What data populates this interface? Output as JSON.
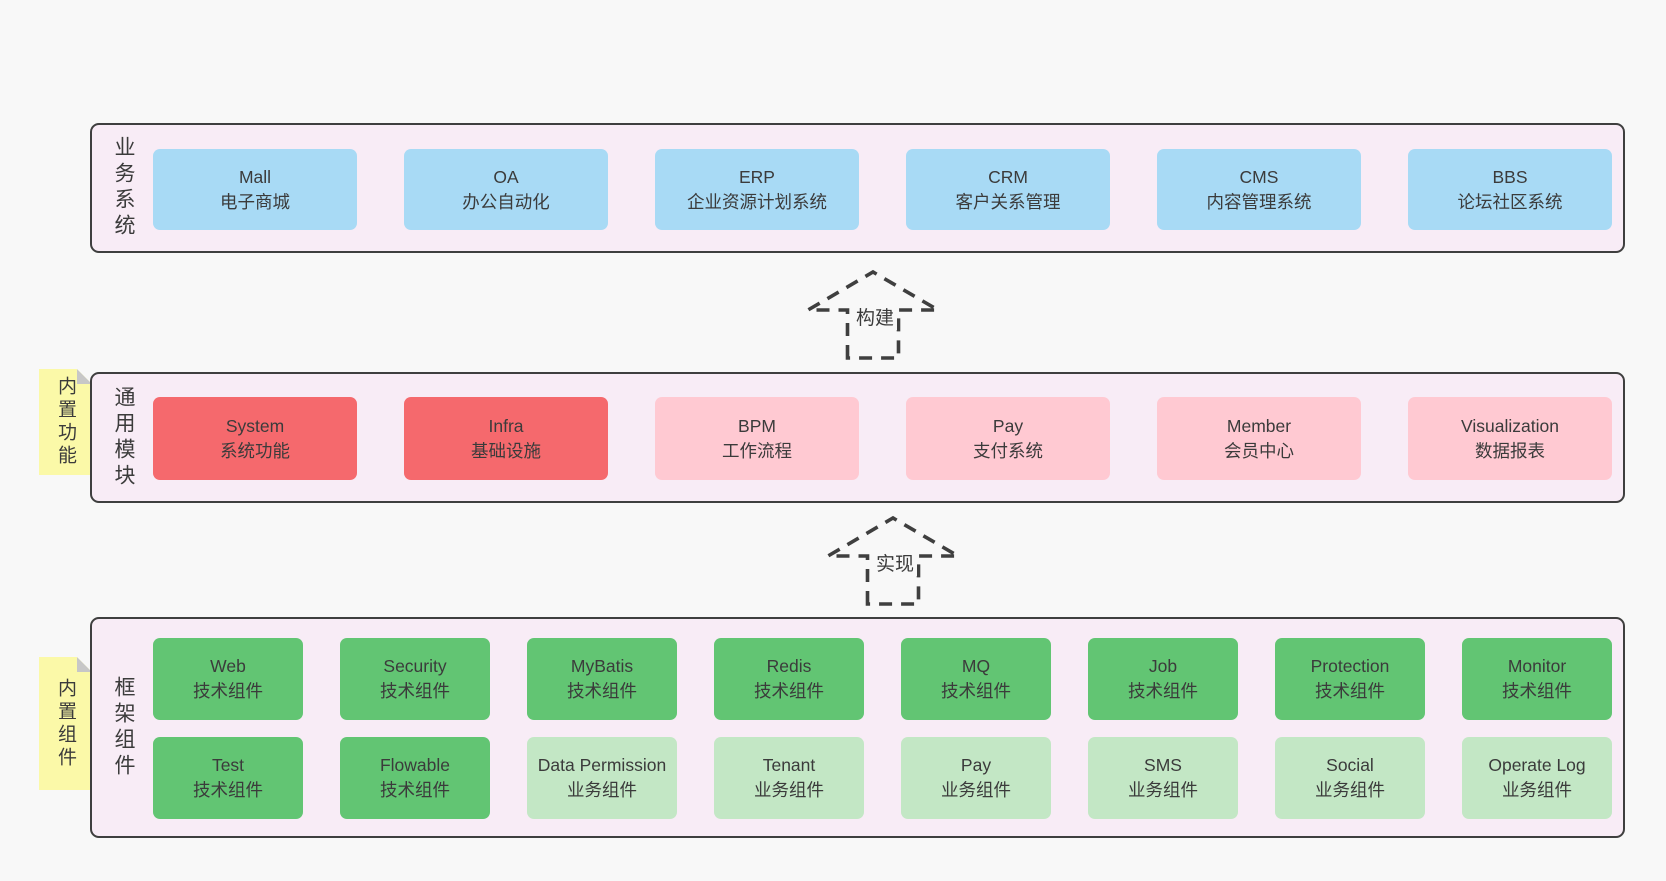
{
  "colors": {
    "page-bg": "#f8f8f8",
    "panel-bg": "#f8ecf6",
    "panel-border": "#3f3f3f",
    "box-blue": "#a8daf5",
    "box-red": "#f5696d",
    "box-pink": "#ffc9d2",
    "box-green": "#62c573",
    "box-green-light": "#c3e7c5",
    "sticky-yellow": "#fbf9a8",
    "sticky-fold": "#c7c7c7",
    "text": "#3b3b3b"
  },
  "panels": [
    {
      "label_vertical": "业务系统",
      "boxes": [
        {
          "en": "Mall",
          "zh": "电子商城"
        },
        {
          "en": "OA",
          "zh": "办公自动化"
        },
        {
          "en": "ERP",
          "zh": "企业资源计划系统"
        },
        {
          "en": "CRM",
          "zh": "客户关系管理"
        },
        {
          "en": "CMS",
          "zh": "内容管理系统"
        },
        {
          "en": "BBS",
          "zh": "论坛社区系统"
        }
      ]
    },
    {
      "label_vertical": "通用模块",
      "sticky_note": "内置功能",
      "boxes": [
        {
          "en": "System",
          "zh": "系统功能"
        },
        {
          "en": "Infra",
          "zh": "基础设施"
        },
        {
          "en": "BPM",
          "zh": "工作流程"
        },
        {
          "en": "Pay",
          "zh": "支付系统"
        },
        {
          "en": "Member",
          "zh": "会员中心"
        },
        {
          "en": "Visualization",
          "zh": "数据报表"
        }
      ]
    },
    {
      "label_vertical": "框架组件",
      "sticky_note": "内置组件",
      "rows": [
        [
          {
            "en": "Web",
            "zh": "技术组件"
          },
          {
            "en": "Security",
            "zh": "技术组件"
          },
          {
            "en": "MyBatis",
            "zh": "技术组件"
          },
          {
            "en": "Redis",
            "zh": "技术组件"
          },
          {
            "en": "MQ",
            "zh": "技术组件"
          },
          {
            "en": "Job",
            "zh": "技术组件"
          },
          {
            "en": "Protection",
            "zh": "技术组件"
          },
          {
            "en": "Monitor",
            "zh": "技术组件"
          }
        ],
        [
          {
            "en": "Test",
            "zh": "技术组件"
          },
          {
            "en": "Flowable",
            "zh": "技术组件"
          },
          {
            "en": "Data Permission",
            "zh": "业务组件"
          },
          {
            "en": "Tenant",
            "zh": "业务组件"
          },
          {
            "en": "Pay",
            "zh": "业务组件"
          },
          {
            "en": "SMS",
            "zh": "业务组件"
          },
          {
            "en": "Social",
            "zh": "业务组件"
          },
          {
            "en": "Operate Log",
            "zh": "业务组件"
          }
        ]
      ]
    }
  ],
  "arrows": [
    {
      "label": "构建"
    },
    {
      "label": "实现"
    }
  ]
}
